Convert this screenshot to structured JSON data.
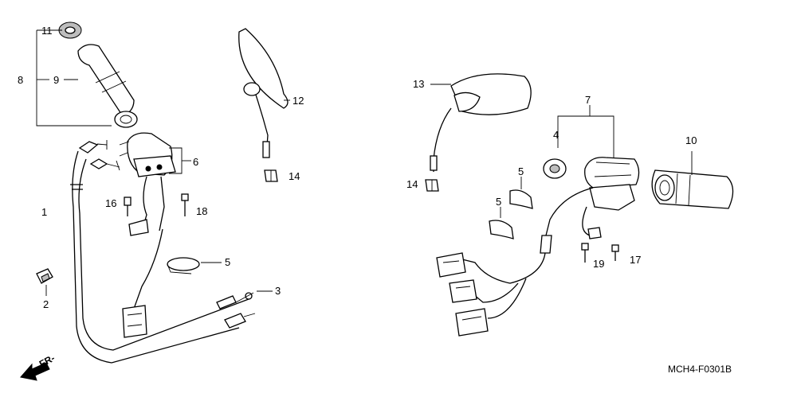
{
  "diagram": {
    "callouts": {
      "c1": "1",
      "c2": "2",
      "c3": "3",
      "c4": "4",
      "c5a": "5",
      "c5b": "5",
      "c5c": "5",
      "c6": "6",
      "c7": "7",
      "c8": "8",
      "c9": "9",
      "c10": "10",
      "c11": "11",
      "c12": "12",
      "c13": "13",
      "c14a": "14",
      "c14b": "14",
      "c16": "16",
      "c17": "17",
      "c18": "18",
      "c19": "19"
    },
    "direction_label": "FR-",
    "figure_code": "MCH4-F0301B"
  }
}
